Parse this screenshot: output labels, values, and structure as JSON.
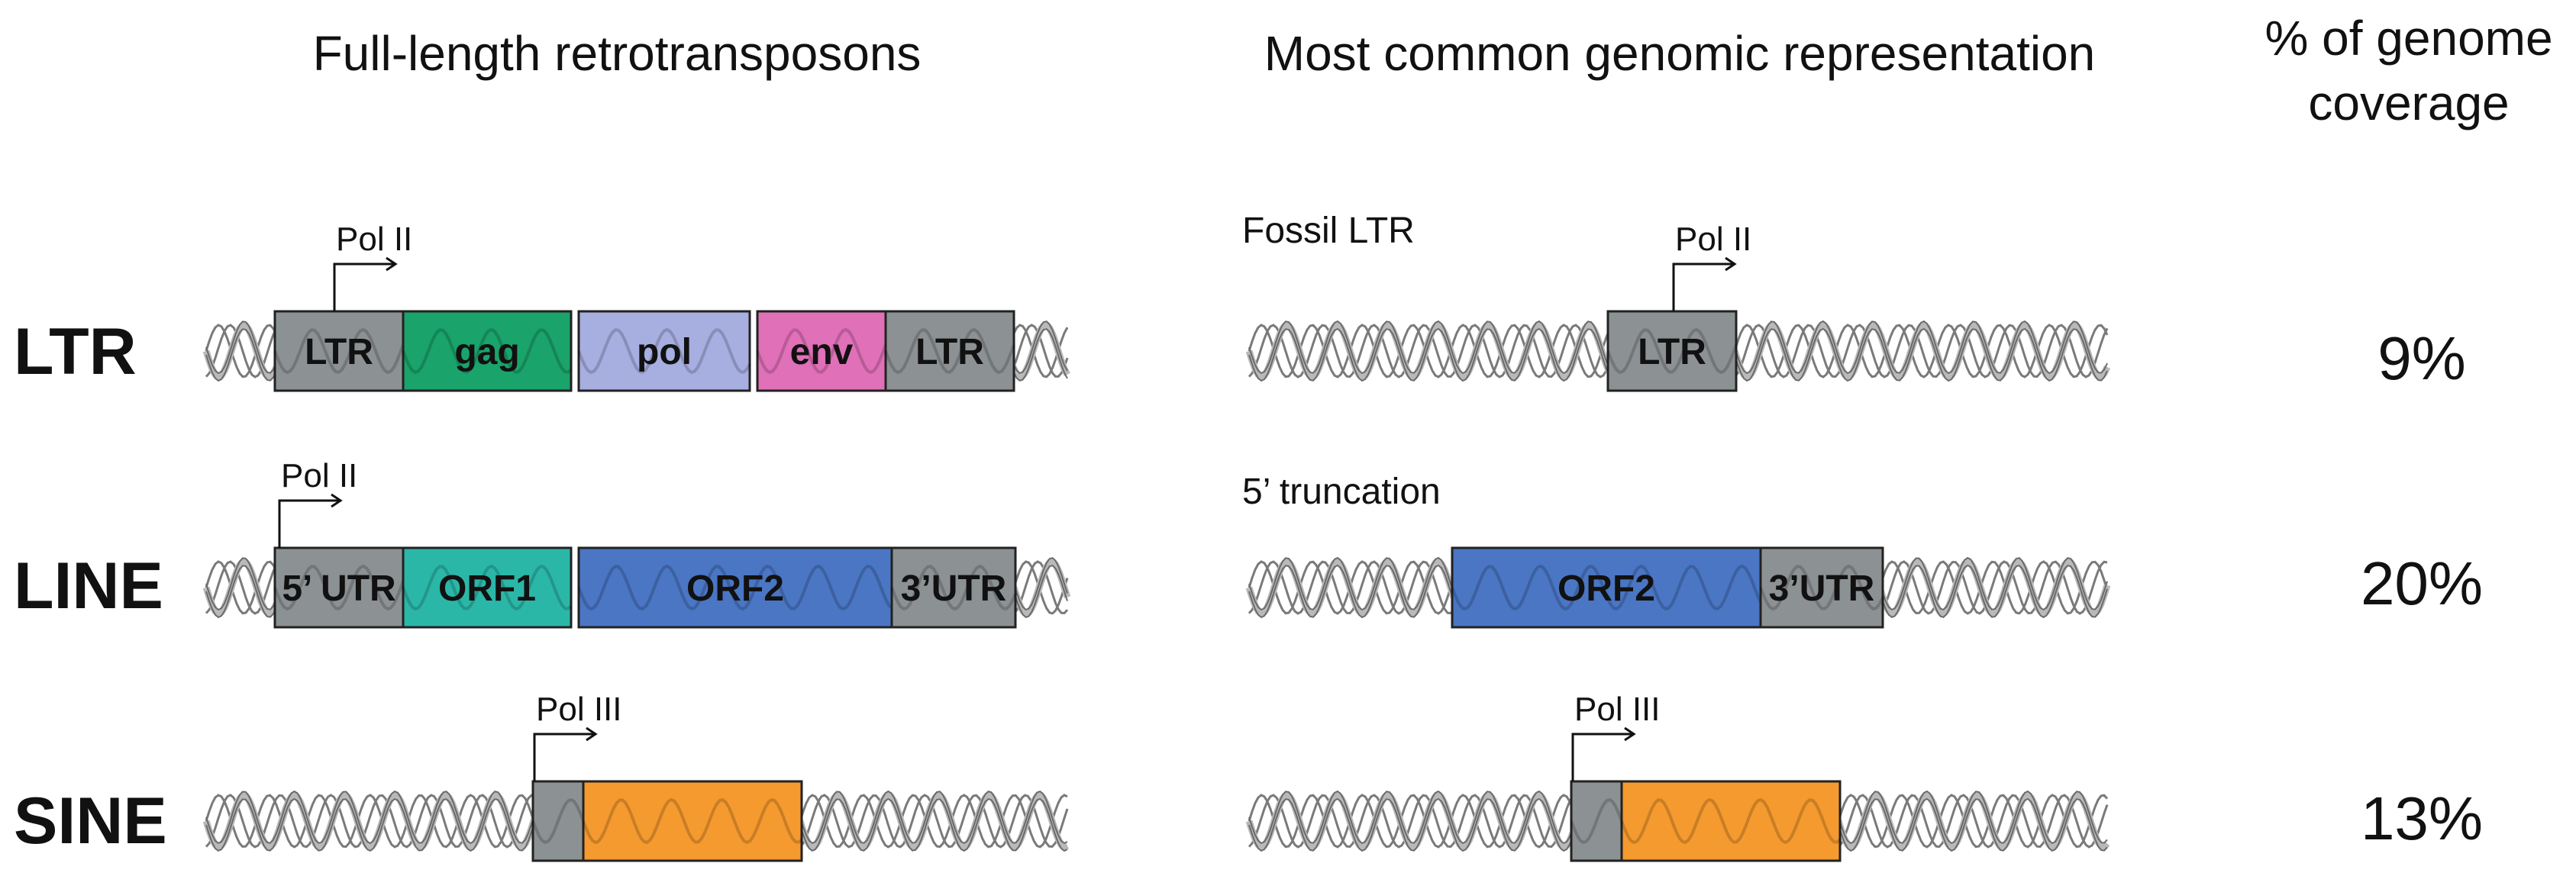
{
  "headers": {
    "full_length": "Full-length retrotransposons",
    "common_representation": "Most common genomic representation",
    "coverage_line1": "% of genome",
    "coverage_line2": "coverage"
  },
  "colors": {
    "ltr_gray": "#8c9194",
    "gag": "#1aa36b",
    "pol": "#a7aee0",
    "env": "#e070b8",
    "orf1": "#2bb7a8",
    "orf2": "#4a76c4",
    "sine_orange": "#f59a2f",
    "dna": "#b9b9b9"
  },
  "rows": [
    {
      "label": "LTR",
      "coverage": "9%",
      "full": {
        "promoter": "Pol II",
        "segments": [
          {
            "label": "LTR",
            "color": "#8c9194"
          },
          {
            "label": "gag",
            "color": "#1aa36b"
          },
          {
            "label": "pol",
            "color": "#a7aee0"
          },
          {
            "label": "env",
            "color": "#e070b8"
          },
          {
            "label": "LTR",
            "color": "#8c9194"
          }
        ]
      },
      "common": {
        "note": "Fossil LTR",
        "promoter": "Pol II",
        "segments": [
          {
            "label": "LTR",
            "color": "#8c9194"
          }
        ]
      }
    },
    {
      "label": "LINE",
      "coverage": "20%",
      "full": {
        "promoter": "Pol II",
        "segments": [
          {
            "label": "5’ UTR",
            "color": "#8c9194"
          },
          {
            "label": "ORF1",
            "color": "#2bb7a8"
          },
          {
            "label": "ORF2",
            "color": "#4a76c4"
          },
          {
            "label": "3’UTR",
            "color": "#8c9194"
          }
        ]
      },
      "common": {
        "note": "5’ truncation",
        "segments": [
          {
            "label": "ORF2",
            "color": "#4a76c4"
          },
          {
            "label": "3’UTR",
            "color": "#8c9194"
          }
        ]
      }
    },
    {
      "label": "SINE",
      "coverage": "13%",
      "full": {
        "promoter": "Pol III",
        "segments": [
          {
            "label": "",
            "color": "#8c9194"
          },
          {
            "label": "",
            "color": "#f59a2f"
          }
        ]
      },
      "common": {
        "promoter": "Pol III",
        "segments": [
          {
            "label": "",
            "color": "#8c9194"
          },
          {
            "label": "",
            "color": "#f59a2f"
          }
        ]
      }
    }
  ]
}
